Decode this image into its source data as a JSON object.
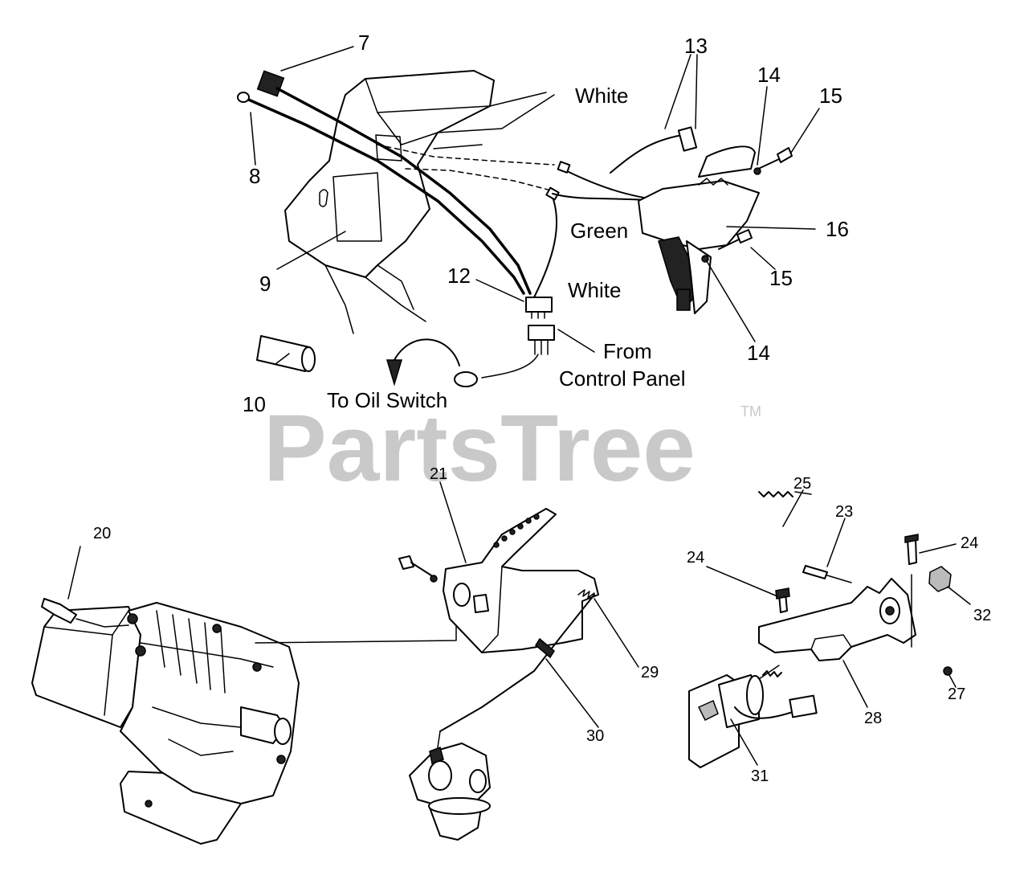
{
  "watermark": {
    "brand": "PartsTree",
    "trademark": "TM"
  },
  "wire_labels": {
    "white_top": "White",
    "green": "Green",
    "white_mid": "White",
    "from_control_panel_line1": "From",
    "from_control_panel_line2": "Control Panel",
    "to_oil_switch": "To Oil Switch"
  },
  "callouts": {
    "p7": "7",
    "p8": "8",
    "p9": "9",
    "p10": "10",
    "p12": "12",
    "p13": "13",
    "p14a": "14",
    "p14b": "14",
    "p15a": "15",
    "p15b": "15",
    "p16": "16",
    "p20": "20",
    "p21": "21",
    "p23": "23",
    "p24a": "24",
    "p24b": "24",
    "p25": "25",
    "p27": "27",
    "p28": "28",
    "p29": "29",
    "p30": "30",
    "p31": "31",
    "p32": "32"
  }
}
